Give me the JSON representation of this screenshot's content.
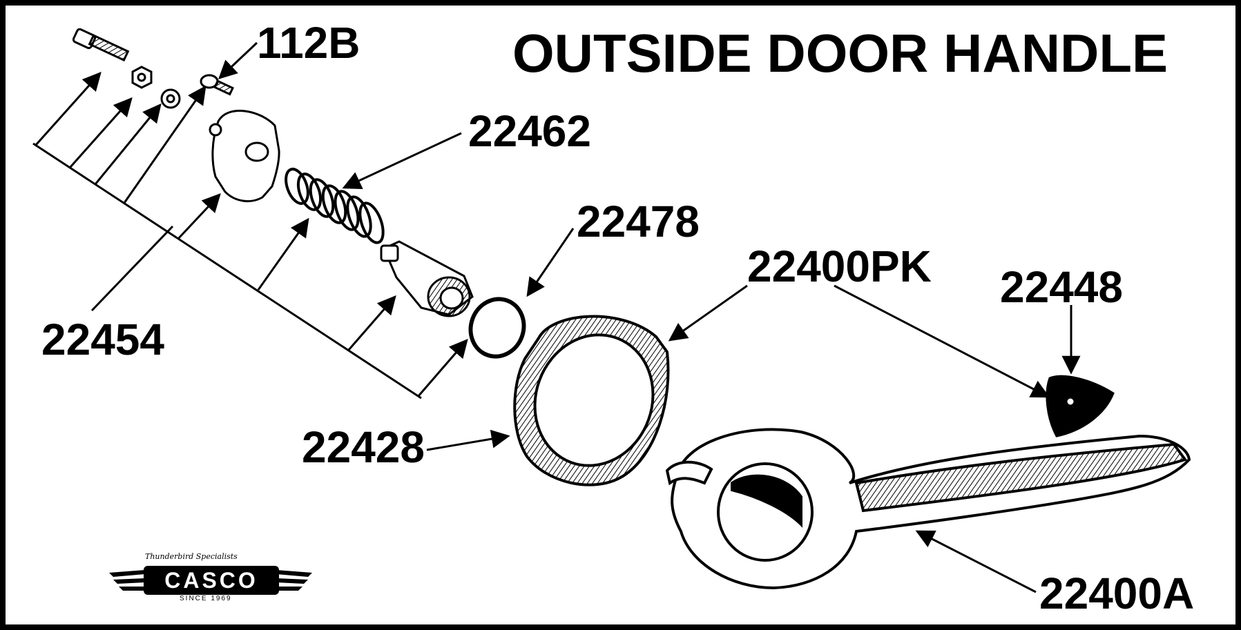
{
  "title": "OUTSIDE DOOR HANDLE",
  "parts": {
    "bolt_screw": "112B",
    "spring": "22462",
    "o_ring": "22478",
    "gasket_kit": "22400PK",
    "pad": "22448",
    "hardware_kit": "22454",
    "escutcheon": "22428",
    "handle": "22400A"
  },
  "logo": {
    "tagline": "Thunderbird Specialists",
    "name": "CASCO",
    "since": "SINCE 1969"
  },
  "colors": {
    "ink": "#000000",
    "paper": "#ffffff"
  }
}
